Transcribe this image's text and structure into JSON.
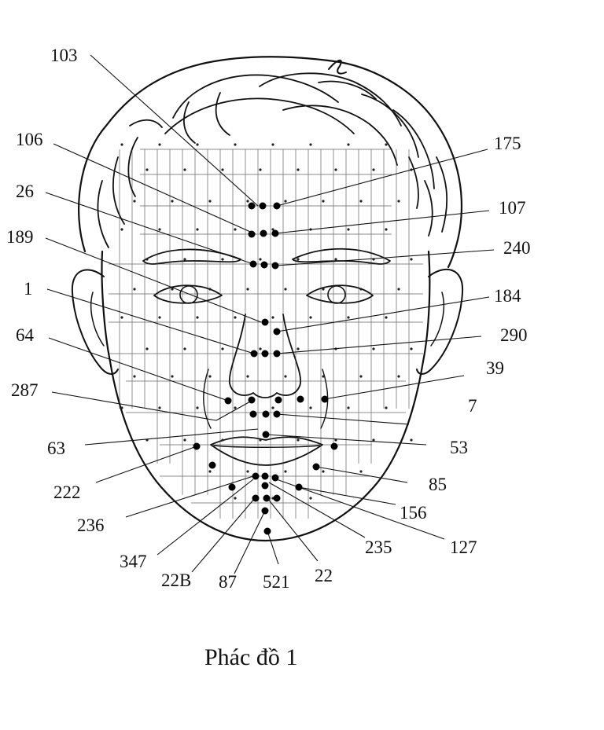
{
  "caption": "Phác đồ 1",
  "colors": {
    "ink": "#111111",
    "background": "#ffffff"
  },
  "points": {
    "p103": "103",
    "p106": "106",
    "p26": "26",
    "p189": "189",
    "p1": "1",
    "p64": "64",
    "p287": "287",
    "p63": "63",
    "p222": "222",
    "p236": "236",
    "p347": "347",
    "p22B": "22B",
    "p87": "87",
    "p521": "521",
    "p22": "22",
    "p235": "235",
    "p127": "127",
    "p156": "156",
    "p85": "85",
    "p53": "53",
    "p7": "7",
    "p39": "39",
    "p290": "290",
    "p184": "184",
    "p240": "240",
    "p107": "107",
    "p175": "175"
  }
}
